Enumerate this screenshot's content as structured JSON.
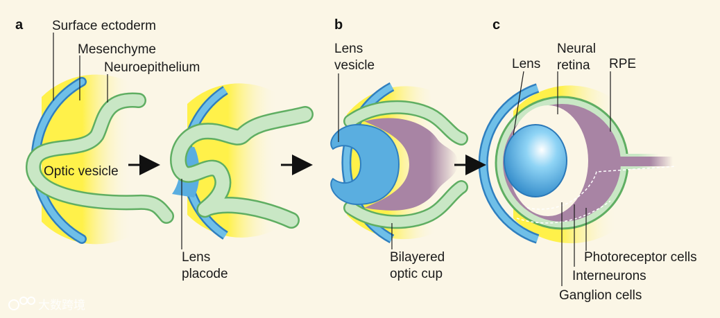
{
  "panels": {
    "a": "a",
    "b": "b",
    "c": "c"
  },
  "labels": {
    "surface_ectoderm": "Surface ectoderm",
    "mesenchyme": "Mesenchyme",
    "neuroepithelium": "Neuroepithelium",
    "optic_vesicle": "Optic vesicle",
    "lens_placode_1": "Lens",
    "lens_placode_2": "placode",
    "lens_vesicle_1": "Lens",
    "lens_vesicle_2": "vesicle",
    "bilayered_1": "Bilayered",
    "bilayered_2": "optic cup",
    "lens": "Lens",
    "neural_retina_1": "Neural",
    "neural_retina_2": "retina",
    "rpe": "RPE",
    "photoreceptor": "Photoreceptor cells",
    "interneurons": "Interneurons",
    "ganglion": "Ganglion cells"
  },
  "watermark": "大数跨境",
  "colors": {
    "background": "#fbf6e6",
    "ectoderm": "#5aaee0",
    "ectoderm_dark": "#2f7fbf",
    "mesenchyme": "#fff14a",
    "neuroepithelium": "#c9e7c5",
    "neuro_edge": "#5fae62",
    "retina": "#a884a4",
    "lens": "#6cc4ef"
  }
}
